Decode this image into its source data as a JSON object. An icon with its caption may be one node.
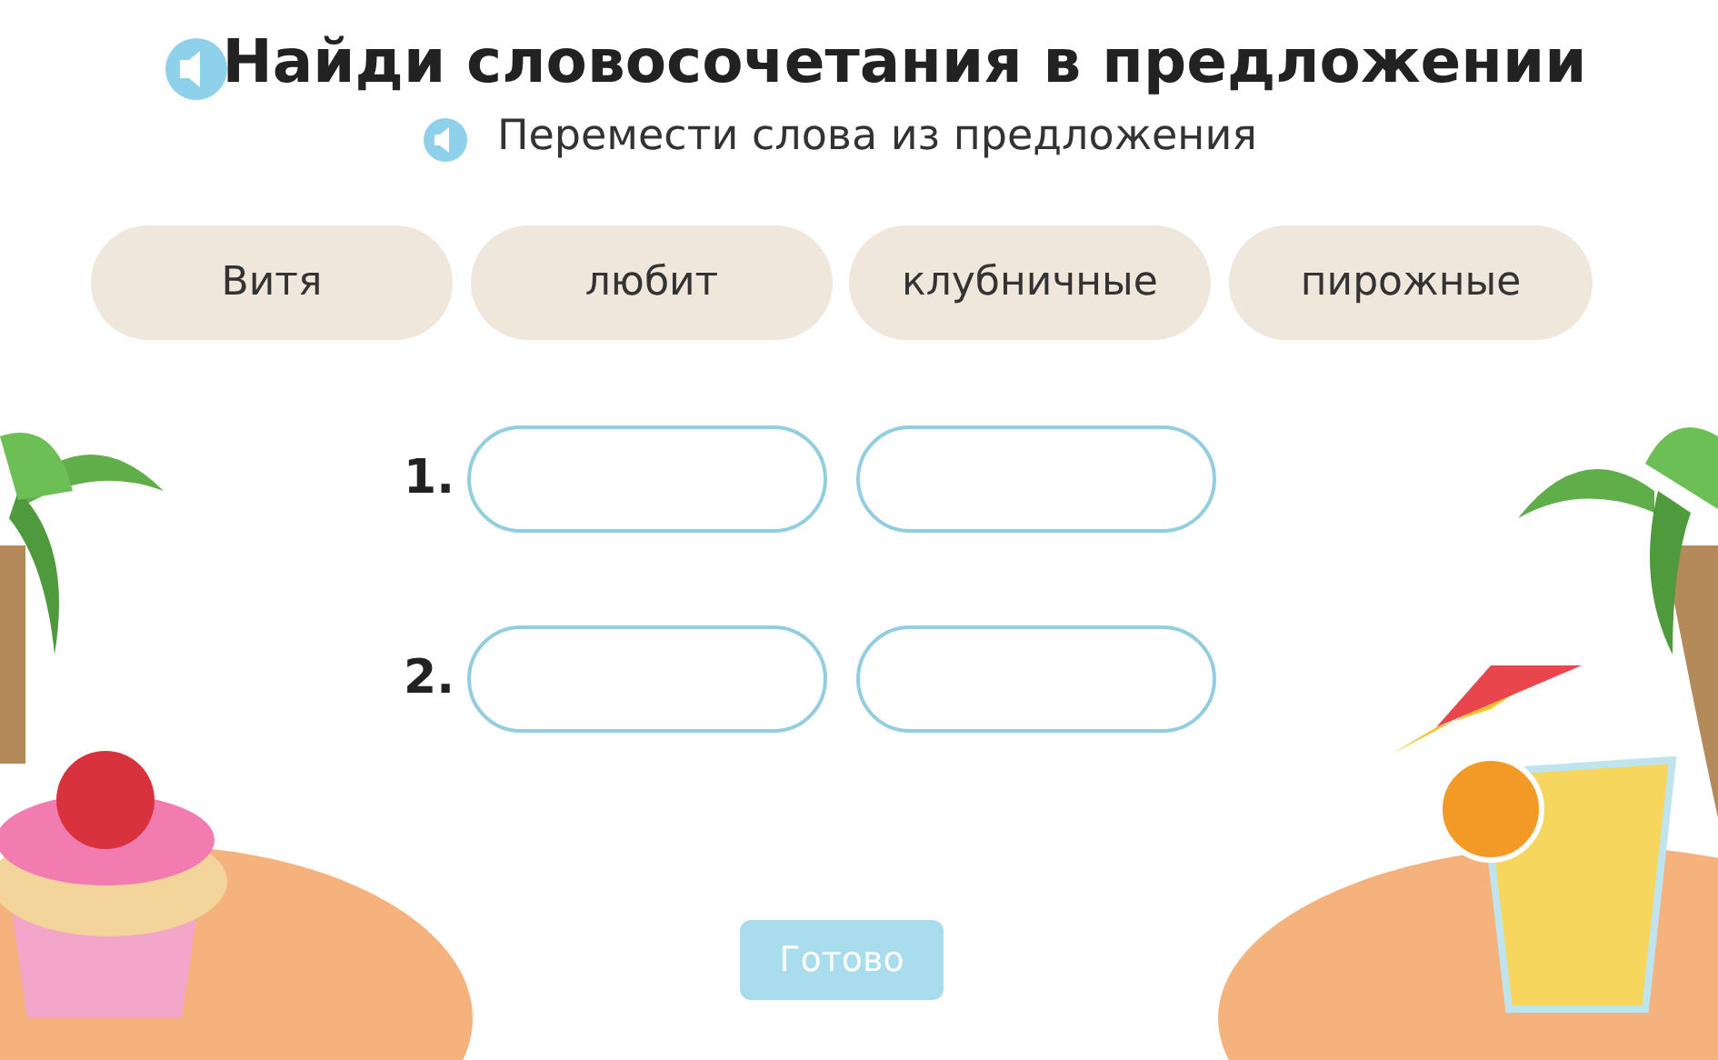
{
  "diagram": {
    "title": "Найди словосочетания в предложении",
    "nodes": [
      {
        "text": [
          "Витя"
        ]
      },
      {
        "text": [
          "любит"
        ]
      },
      {
        "text": [
          "клубничные"
        ]
      },
      {
        "text": [
          "пирожные"
        ]
      },
      {
        "text": [],
        "shape": "box"
      },
      {
        "text": [],
        "shape": "box"
      },
      {
        "text": [],
        "shape": "box"
      },
      {
        "text": [],
        "shape": "box"
      },
      {
        "text": [
          "Готово"
        ]
      }
    ],
    "edges": [],
    "labels": [
      "Перемести слова из предложения",
      "1.",
      "2."
    ]
  }
}
